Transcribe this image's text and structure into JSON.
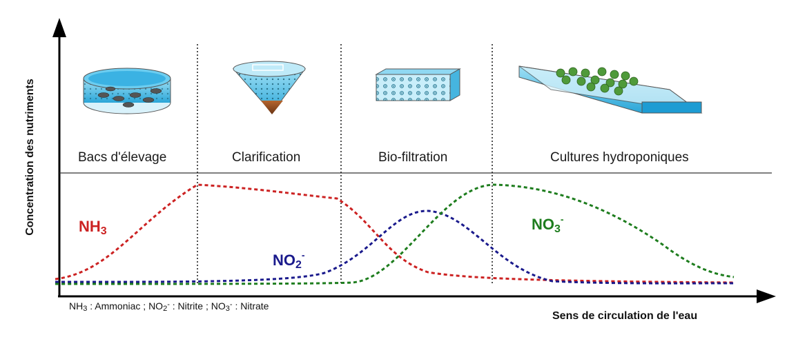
{
  "axes": {
    "y_label": "Concentration des nutriments",
    "x_label": "Sens de circulation de l'eau"
  },
  "stages": [
    {
      "label": "Bacs d'élevage"
    },
    {
      "label": "Clarification"
    },
    {
      "label": "Bio-filtration"
    },
    {
      "label": "Cultures hydroponiques"
    }
  ],
  "curves": {
    "nh3": {
      "base": "NH",
      "sub": "3",
      "sup": "",
      "color": "#cc2222"
    },
    "no2": {
      "base": "NO",
      "sub": "2",
      "sup": "-",
      "color": "#1a1a8c"
    },
    "no3": {
      "base": "NO",
      "sub": "3",
      "sup": "-",
      "color": "#1e7d1e"
    }
  },
  "legend": {
    "nh3_formula": "NH",
    "nh3_sub": "3",
    "nh3_name": " : Ammoniac ; ",
    "no2_formula": "NO",
    "no2_sub": "2",
    "no2_sup": "-",
    "no2_name": " : Nitrite ; ",
    "no3_formula": "NO",
    "no3_sub": "3",
    "no3_sup": "-",
    "no3_name": " : Nitrate"
  }
}
